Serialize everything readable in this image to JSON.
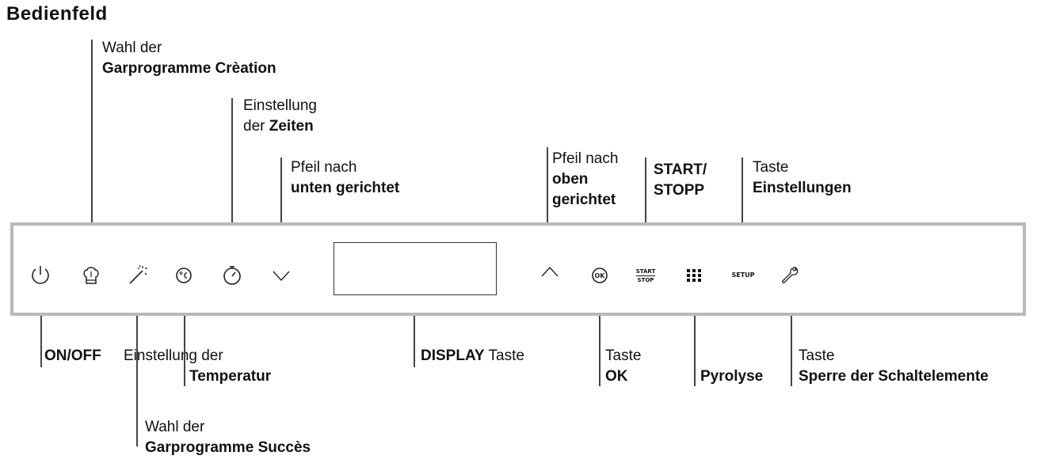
{
  "title": "Bedienfeld",
  "labels": {
    "programme_creation": {
      "line1": "Wahl der",
      "line2_norm": "Garprogramme",
      "line2_bold": "Crèation"
    },
    "zeiten": {
      "line1": "Einstellung",
      "line2_norm": "der",
      "line2_bold": "Zeiten"
    },
    "pfeil_unten": {
      "line1": "Pfeil nach",
      "line2_bold": "unten",
      "line2_norm": "gerichtet"
    },
    "pfeil_oben": {
      "line1": "Pfeil nach",
      "line2_bold": "oben",
      "line3": "gerichtet"
    },
    "start_stopp": {
      "line1": "START/",
      "line2": "STOPP"
    },
    "einstellungen": {
      "line1": "Taste",
      "line2": "Einstellungen"
    },
    "on_off": {
      "bold": "ON/OFF"
    },
    "temperatur": {
      "line1": "Einstellung der",
      "line2": "Temperatur"
    },
    "display": {
      "bold": "DISPLAY",
      "norm": "Taste"
    },
    "ok": {
      "line1": "Taste",
      "line2": "OK"
    },
    "pyrolyse": {
      "text": "Pyrolyse"
    },
    "sperre": {
      "line1": "Taste",
      "line2": "Sperre der Schaltelemente"
    },
    "programme_succes": {
      "line1": "Wahl der",
      "line2_norm": "Garprogramme",
      "line2_bold": "Succès"
    }
  },
  "icons": {
    "start_stop": {
      "top": "START",
      "bottom": "STOP"
    },
    "setup": "SETUP",
    "ok": "OK"
  }
}
